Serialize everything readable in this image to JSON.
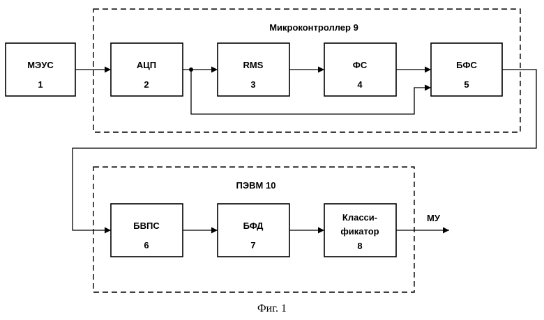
{
  "groups": {
    "mcu": {
      "title": "Микроконтроллер  9"
    },
    "pc": {
      "title": "ПЭВМ 10"
    }
  },
  "blocks": [
    {
      "name": "МЭУС",
      "num": "1"
    },
    {
      "name": "АЦП",
      "num": "2"
    },
    {
      "name": "RMS",
      "num": "3"
    },
    {
      "name": "ФС",
      "num": "4"
    },
    {
      "name": "БФС",
      "num": "5"
    },
    {
      "name": "БВПС",
      "num": "6"
    },
    {
      "name": "БФД",
      "num": "7"
    },
    {
      "name_line1": "Класси-",
      "name_line2": "фикатор",
      "num": "8"
    }
  ],
  "output_label": "МУ",
  "caption": "Фиг. 1"
}
